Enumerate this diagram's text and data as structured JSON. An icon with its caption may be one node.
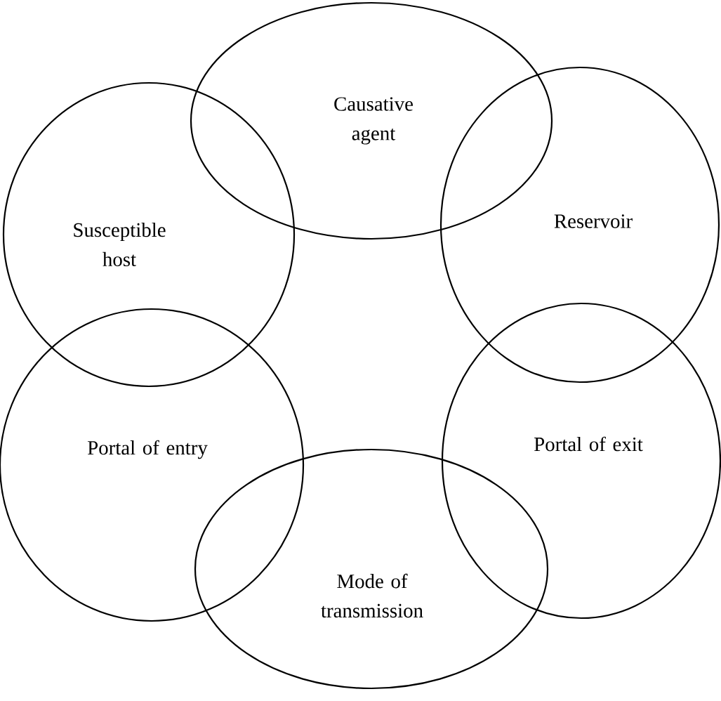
{
  "diagram": {
    "nodes": [
      {
        "text": [
          "Causative agent"
        ]
      },
      {
        "text": [
          "Reservoir"
        ]
      },
      {
        "text": [
          "Portal of exit"
        ]
      },
      {
        "text": [
          "Mode of transmission"
        ]
      },
      {
        "text": [
          "Portal of entry"
        ]
      },
      {
        "text": [
          "Susceptible host"
        ]
      }
    ]
  }
}
